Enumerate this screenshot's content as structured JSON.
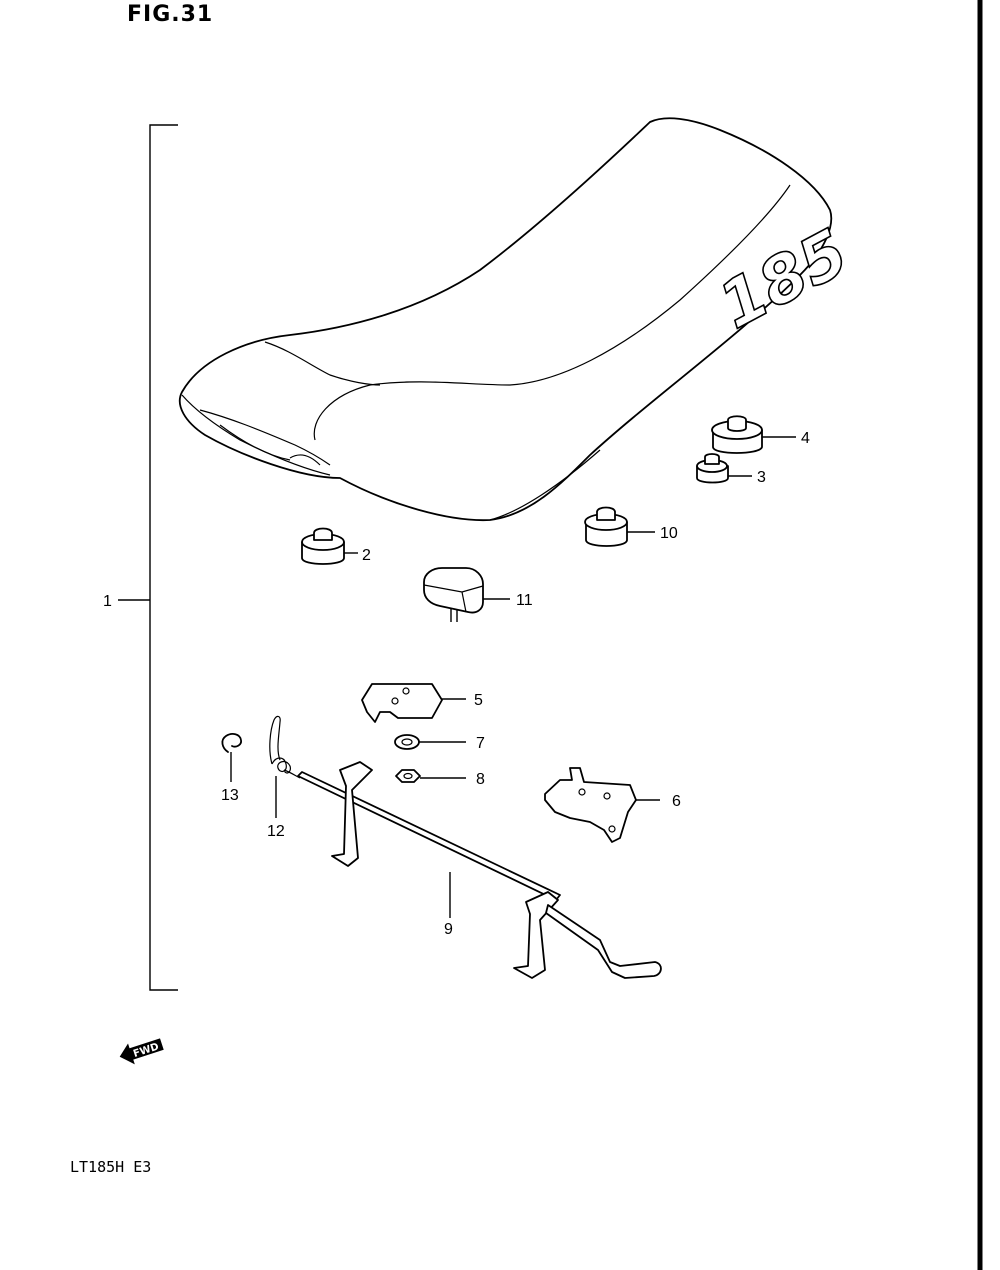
{
  "figure": {
    "title": "FIG.31",
    "model_code": "LT185H E3",
    "seat_logo_text": "185",
    "fwd_label": "FWD"
  },
  "callouts": [
    "1",
    "2",
    "3",
    "4",
    "5",
    "6",
    "7",
    "8",
    "9",
    "10",
    "11",
    "12",
    "13"
  ]
}
